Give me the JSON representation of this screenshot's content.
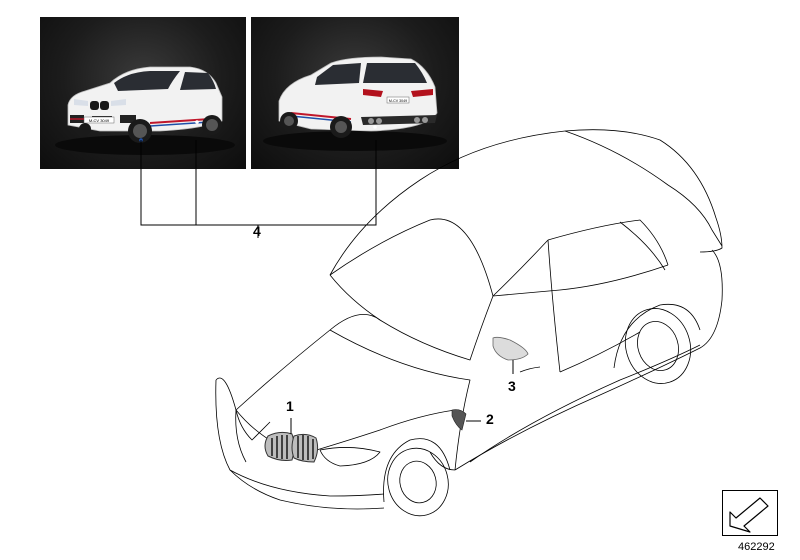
{
  "photos": [
    {
      "view": "front-three-quarter",
      "plate_text": "M-CV 3049"
    },
    {
      "view": "rear-three-quarter",
      "plate_text": "M-CV 3049"
    }
  ],
  "callouts": [
    {
      "number": "1",
      "part": "kidney-grille"
    },
    {
      "number": "2",
      "part": "side-vent-gill"
    },
    {
      "number": "3",
      "part": "mirror-cap"
    },
    {
      "number": "4",
      "part": "stripes-and-decals"
    }
  ],
  "diagram_id": "462292",
  "nav_icon": "arrow-down-left-icon",
  "colors": {
    "line": "#000000",
    "photo_bg": "#1c1c1c",
    "accent_red": "#c0172b",
    "accent_blue": "#1d4fa8"
  }
}
